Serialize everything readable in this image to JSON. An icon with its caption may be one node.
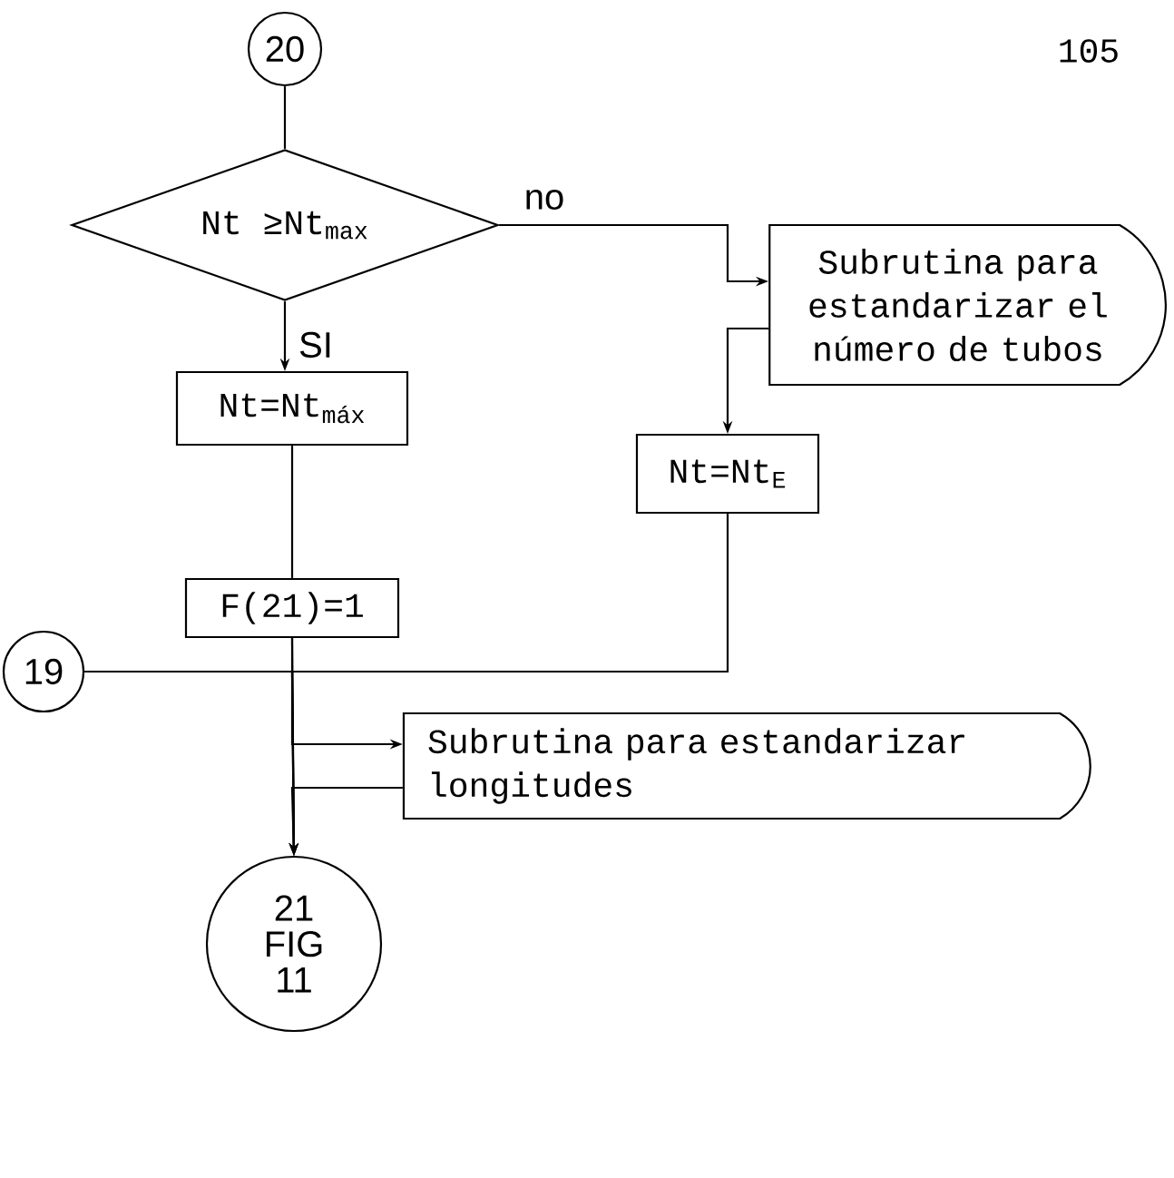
{
  "diagram": {
    "nodes": [
      {
        "text": [
          "20"
        ]
      },
      {
        "text": [
          "Nt ≥Nt$_{max}$"
        ]
      },
      {
        "text": [
          "Nt=Nt$_{máx}$"
        ]
      },
      {
        "text": [
          "Subrutina para estandarizar el número de tubos"
        ]
      },
      {
        "text": [
          "Nt=Nt$_{E}$"
        ]
      },
      {
        "text": [
          "F(21)=1"
        ]
      },
      {
        "text": [
          "19"
        ]
      },
      {
        "text": [
          "Subrutina para estandarizar longitudes"
        ]
      },
      {
        "text": [
          "21 FIG 11"
        ]
      }
    ],
    "edges": [
      {
        "from": 0,
        "to": 1,
        "arrow": "none"
      },
      {
        "from": 1,
        "to": 3,
        "arrow": "to",
        "label": "no"
      },
      {
        "from": 1,
        "to": 2,
        "arrow": "to",
        "label": "SI"
      },
      {
        "from": 3,
        "to": 4,
        "arrow": "to"
      },
      {
        "from": 2,
        "to": 5,
        "arrow": "none"
      },
      {
        "from": 5,
        "to": 8,
        "arrow": "to"
      },
      {
        "from": 6,
        "to": 8,
        "arrow": "to"
      },
      {
        "from": 4,
        "to": 8,
        "arrow": "to"
      },
      {
        "from": 5,
        "to": 7,
        "arrow": "to"
      },
      {
        "from": 7,
        "to": 8,
        "arrow": "to"
      }
    ],
    "labels": [
      "105"
    ]
  }
}
